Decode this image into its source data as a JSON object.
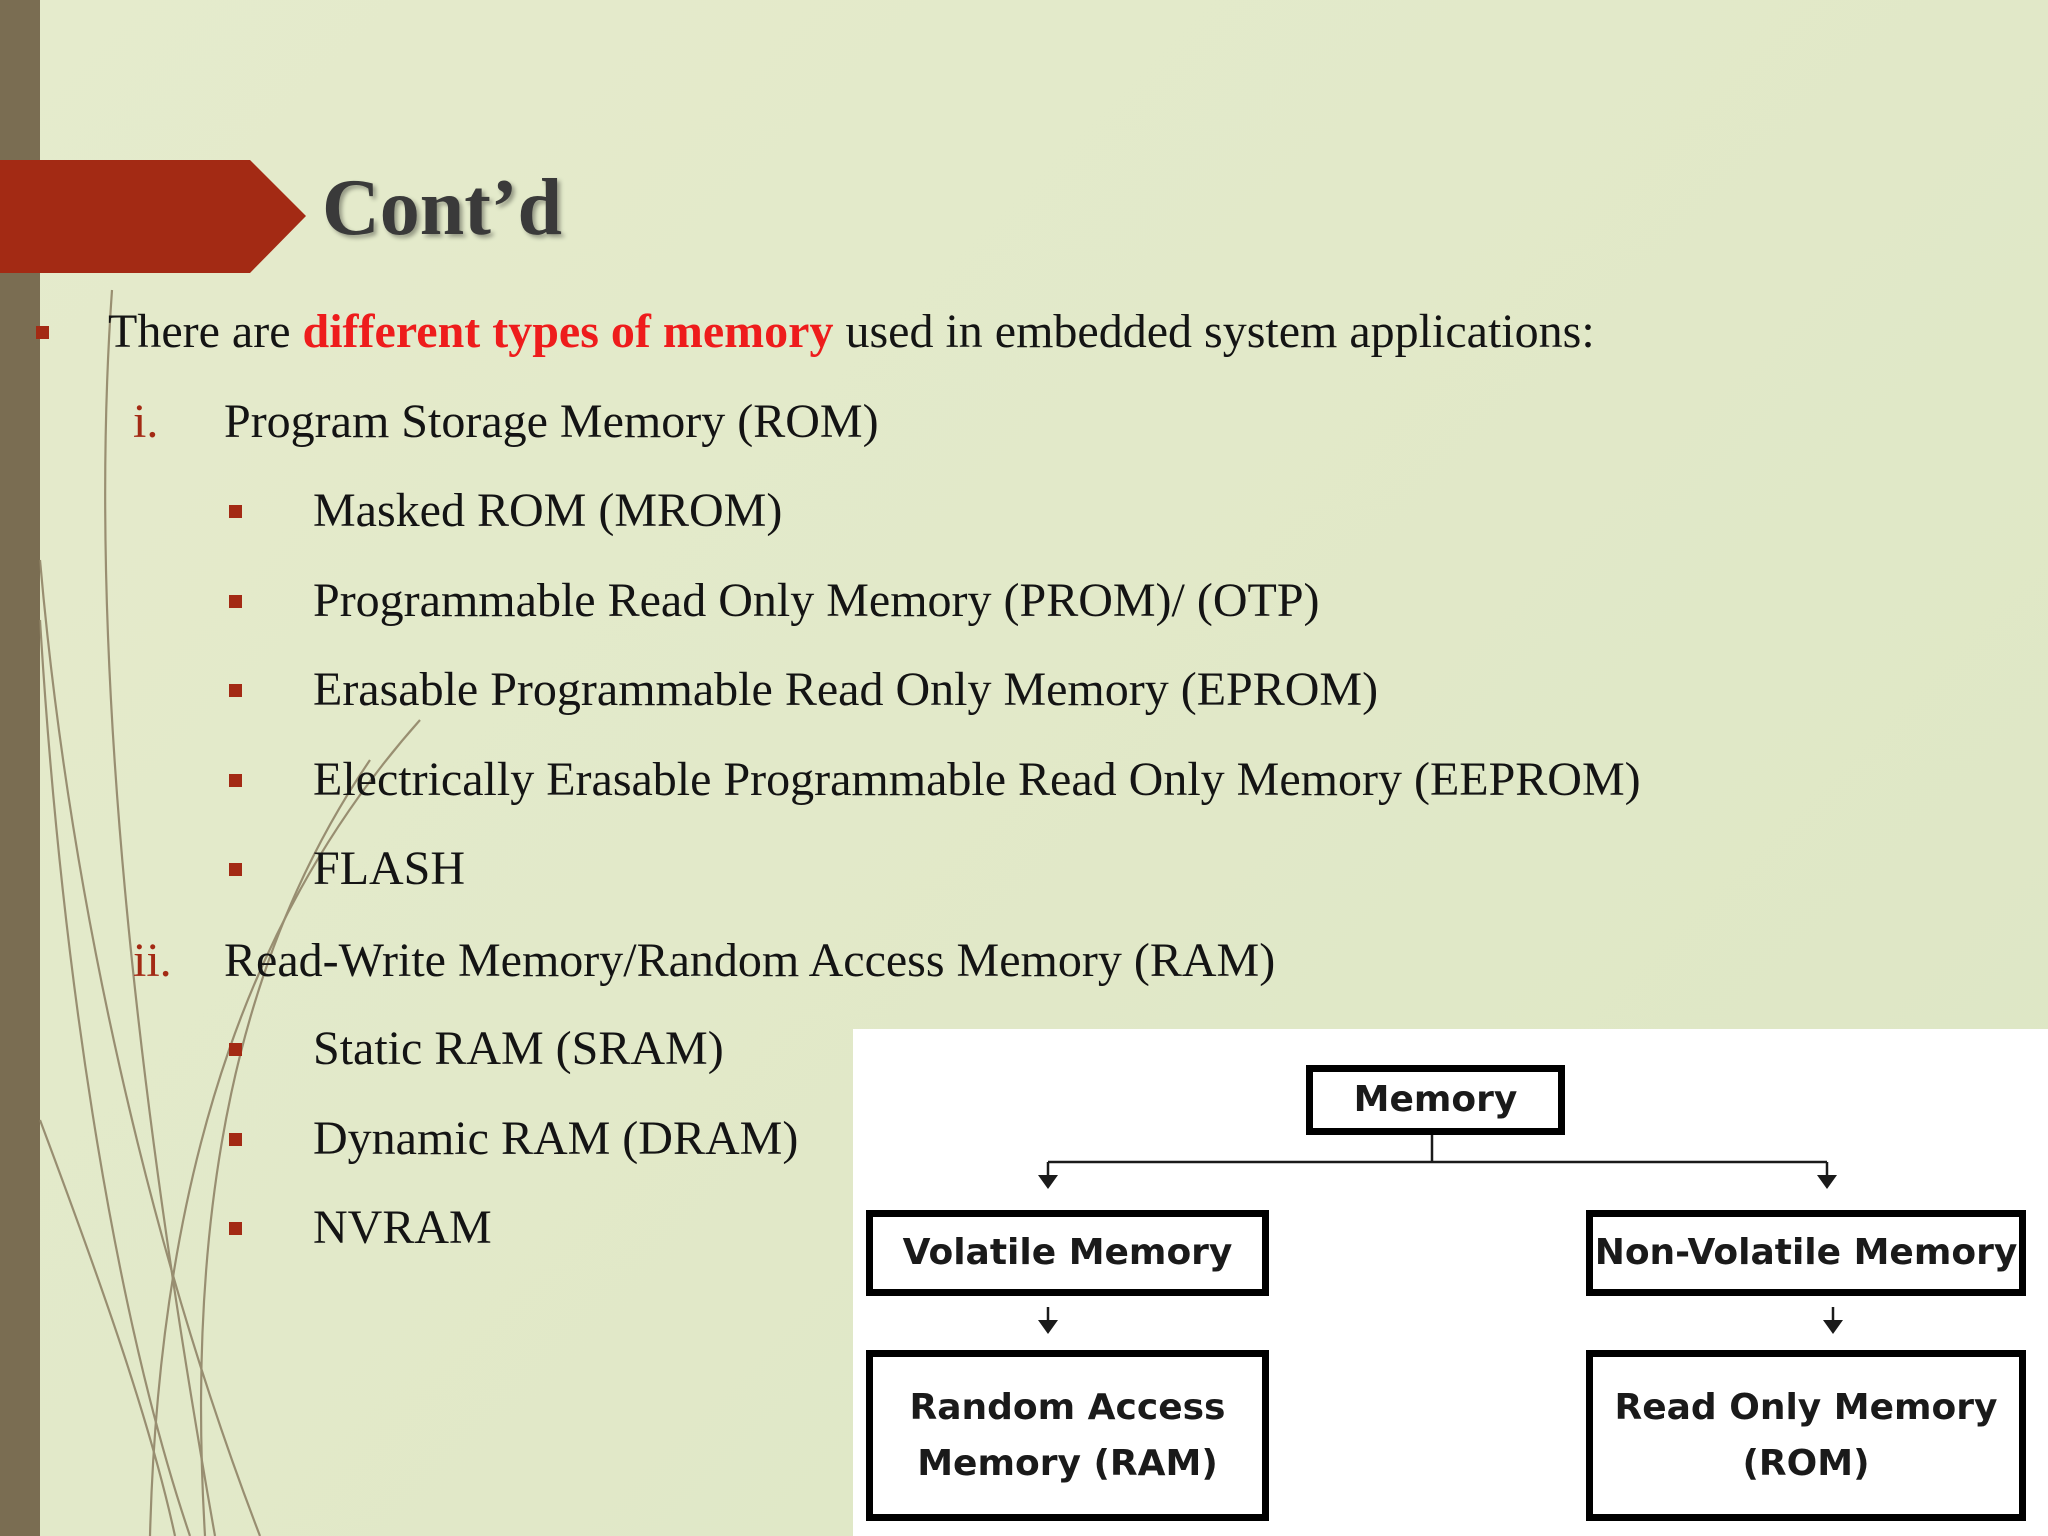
{
  "slide": {
    "title": "Cont’d",
    "intro": {
      "prefix": "There are ",
      "highlight": "different types of memory",
      "suffix": " used in embedded system applications:"
    },
    "sections": [
      {
        "number": "i.",
        "label": "Program Storage Memory (ROM)",
        "items": [
          "Masked ROM (MROM)",
          "Programmable Read Only Memory (PROM)/ (OTP)",
          "Erasable Programmable Read Only Memory (EPROM)",
          "Electrically Erasable Programmable Read Only Memory (EEPROM)",
          "FLASH"
        ]
      },
      {
        "number": "ii.",
        "label": "Read-Write Memory/Random Access Memory (RAM)",
        "items": [
          "Static RAM (SRAM)",
          "Dynamic RAM (DRAM)",
          "NVRAM"
        ]
      }
    ]
  },
  "diagram": {
    "root": "Memory",
    "left": {
      "label": "Volatile Memory",
      "child_line1": "Random Access",
      "child_line2": "Memory (RAM)"
    },
    "right": {
      "label": "Non-Volatile Memory",
      "child_line1": "Read Only Memory",
      "child_line2": "(ROM)"
    }
  },
  "colors": {
    "background": "#e3eac9",
    "accent_red": "#a32a14",
    "highlight_red": "#ee1c1c",
    "left_bar": "#7a6d52"
  }
}
